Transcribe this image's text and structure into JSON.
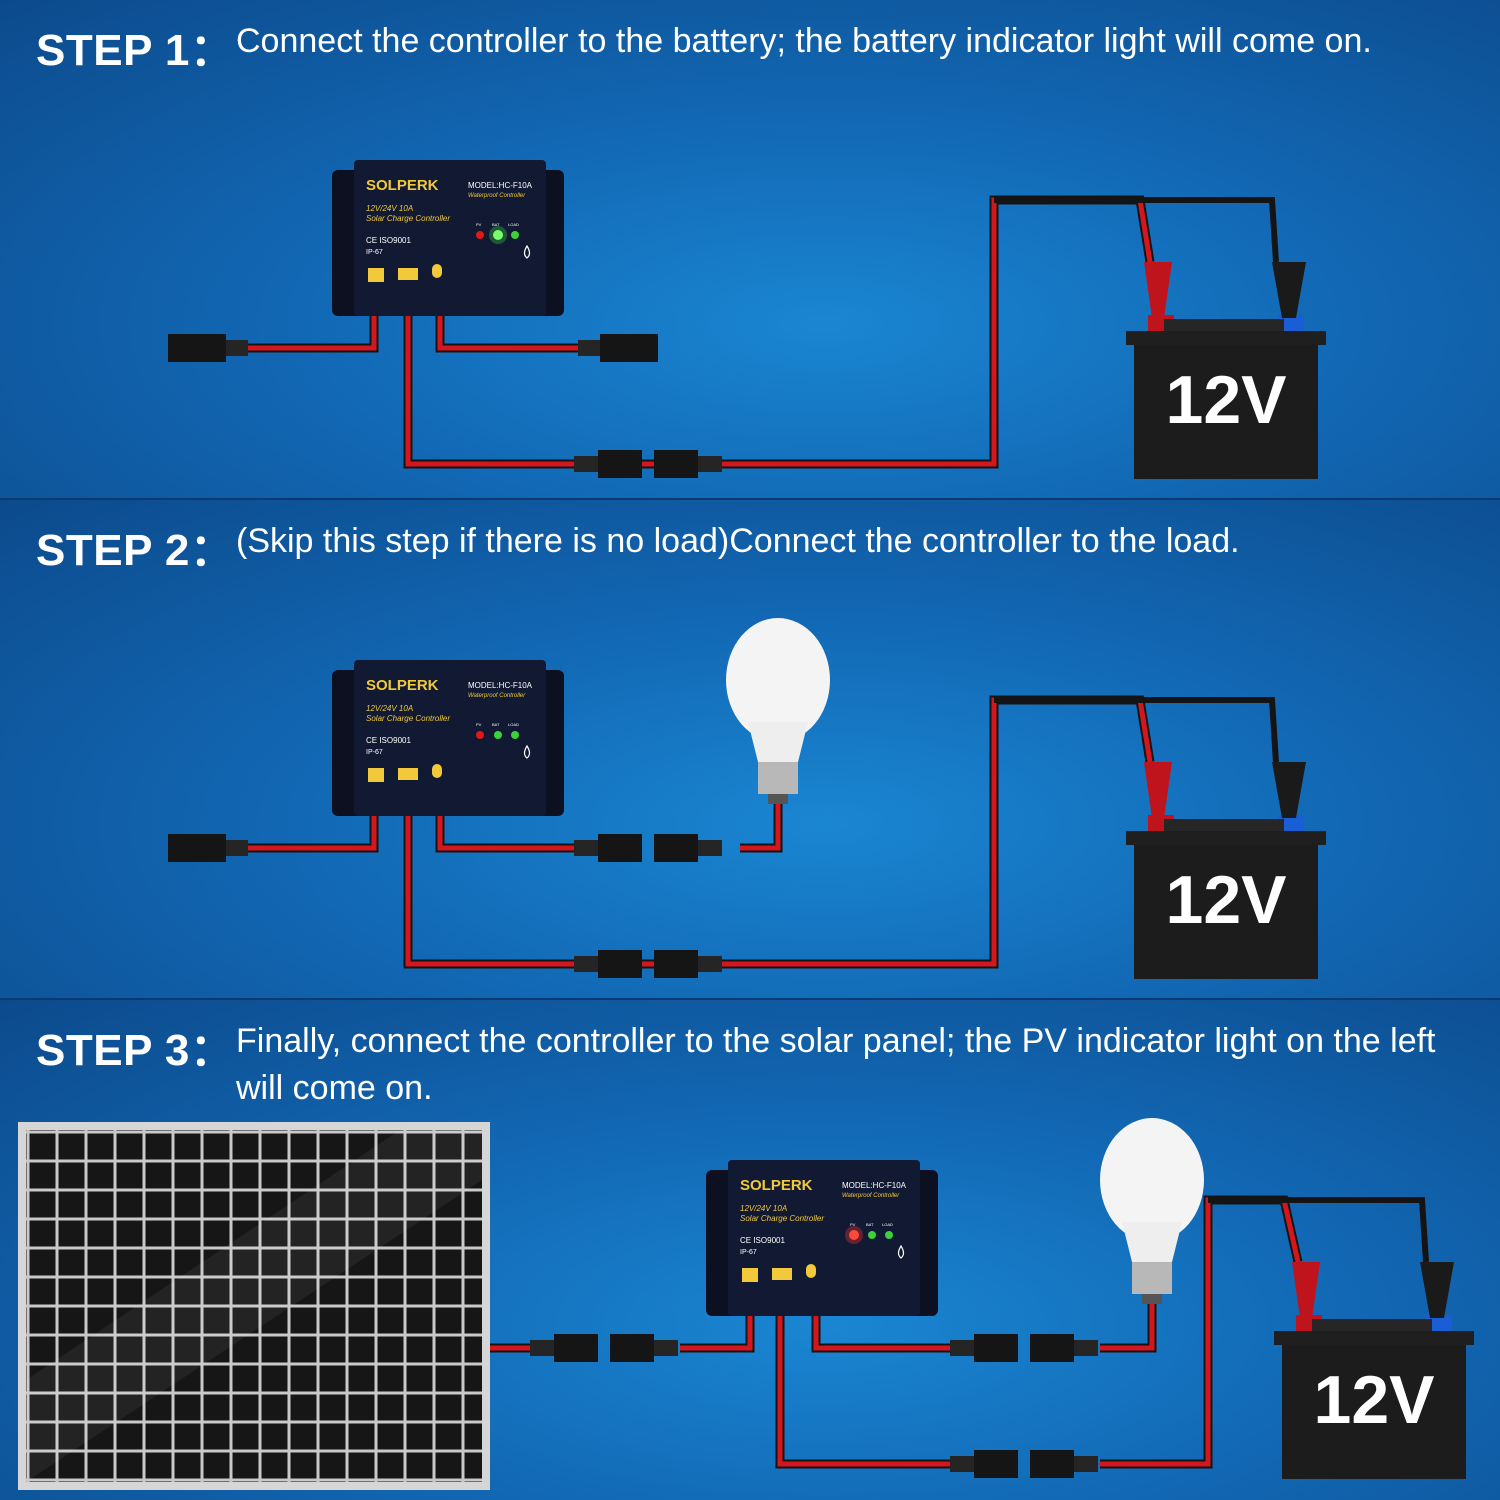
{
  "colors": {
    "background": "#1268b4",
    "wire_red": "#d4171e",
    "wire_black": "#141414",
    "led_green": "#3ad13a",
    "led_red": "#e01818",
    "controller": "#121a33",
    "controller_text": "#f1c93a",
    "battery": "#1c1c1c"
  },
  "steps": [
    {
      "label": "STEP 1：",
      "text": "Connect the controller to the battery; the battery indicator light will come on."
    },
    {
      "label": "STEP 2：",
      "text": "(Skip this step if there is no load)Connect the controller to the load."
    },
    {
      "label": "STEP 3：",
      "text": "Finally, connect the controller to the solar panel; the PV indicator light on the left will come on."
    }
  ],
  "controller": {
    "brand": "SOLPERK",
    "model": "MODEL:HC-F10A",
    "subtitle": "Waterproof Controller",
    "rating": "12V/24V 10A",
    "product": "Solar Charge Controller",
    "cert": "CE ISO9001",
    "ip": "IP-67",
    "led_labels": [
      "PV",
      "BAT",
      "LOAD"
    ]
  },
  "battery": {
    "label": "12V"
  },
  "icons": [
    "solar-panel-icon",
    "battery-icon",
    "bulb-icon",
    "water-drop-icon"
  ]
}
